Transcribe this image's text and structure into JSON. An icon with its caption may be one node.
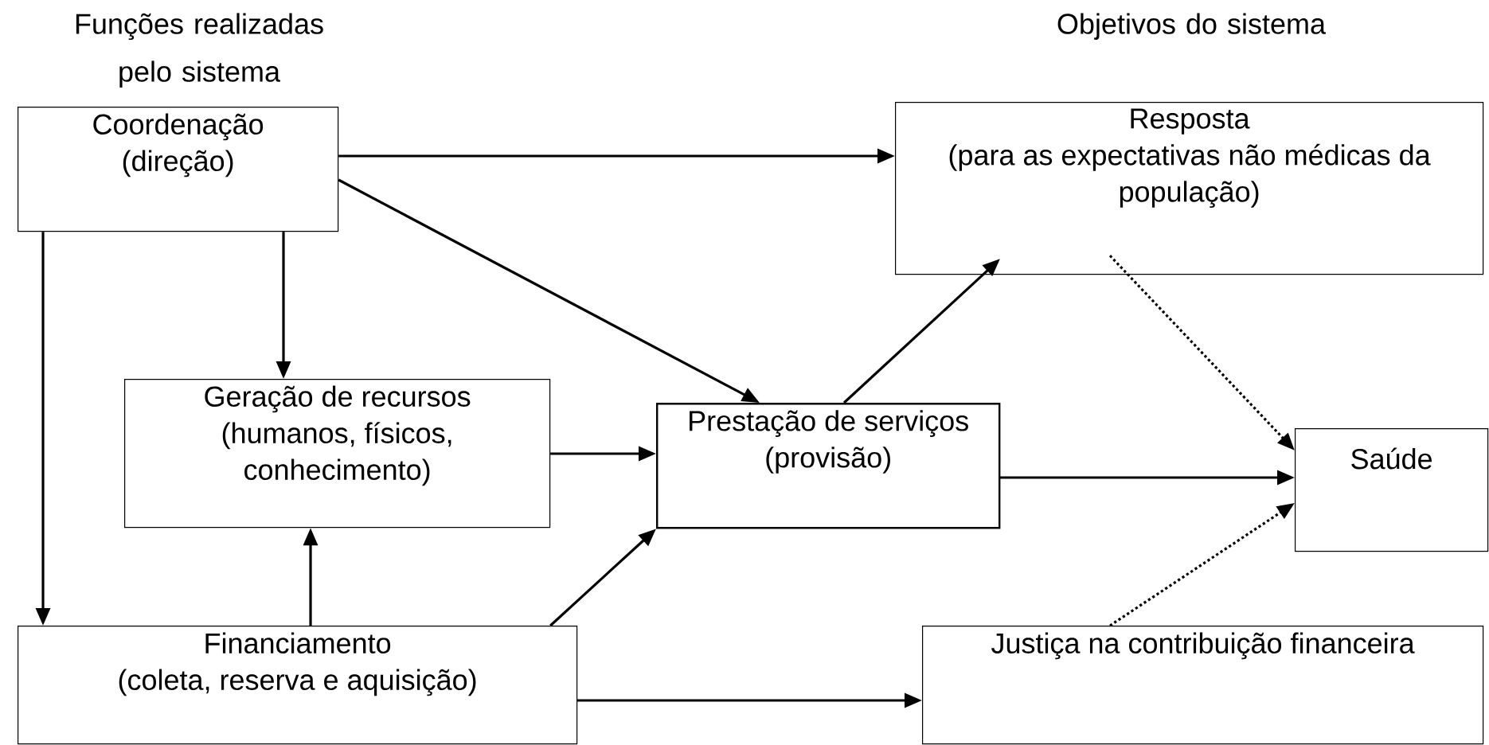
{
  "diagram": {
    "nodes": [
      {
        "text": [
          "Coordenação",
          "(direção)"
        ]
      },
      {
        "text": [
          "Geração de recursos",
          "(humanos, físicos, conhecimento)"
        ]
      },
      {
        "text": [
          "Prestação de serviços",
          "(provisão)"
        ]
      },
      {
        "text": [
          "Financiamento",
          "(coleta, reserva e aquisição)"
        ]
      },
      {
        "text": [
          "Resposta",
          "(para as expectativas não médicas da população)"
        ]
      },
      {
        "text": [
          "Saúde"
        ]
      },
      {
        "text": [
          "Justiça na contribuição financeira"
        ]
      }
    ],
    "edges": [
      {
        "from": 0,
        "to": 4,
        "arrow": "to"
      },
      {
        "from": 0,
        "to": 2,
        "arrow": "to"
      },
      {
        "from": 0,
        "to": 1,
        "arrow": "to"
      },
      {
        "from": 0,
        "to": 3,
        "arrow": "to"
      },
      {
        "from": 1,
        "to": 2,
        "arrow": "to"
      },
      {
        "from": 3,
        "to": 1,
        "arrow": "to"
      },
      {
        "from": 3,
        "to": 2,
        "arrow": "to"
      },
      {
        "from": 3,
        "to": 6,
        "arrow": "to"
      },
      {
        "from": 2,
        "to": 4,
        "arrow": "to"
      },
      {
        "from": 2,
        "to": 5,
        "arrow": "to"
      },
      {
        "from": 4,
        "to": 5,
        "arrow": "to",
        "style": "dashed"
      },
      {
        "from": 6,
        "to": 5,
        "arrow": "to",
        "style": "dashed"
      }
    ],
    "labels": [
      "Funções realizadas pelo sistema",
      "Objetivos do sistema"
    ]
  }
}
